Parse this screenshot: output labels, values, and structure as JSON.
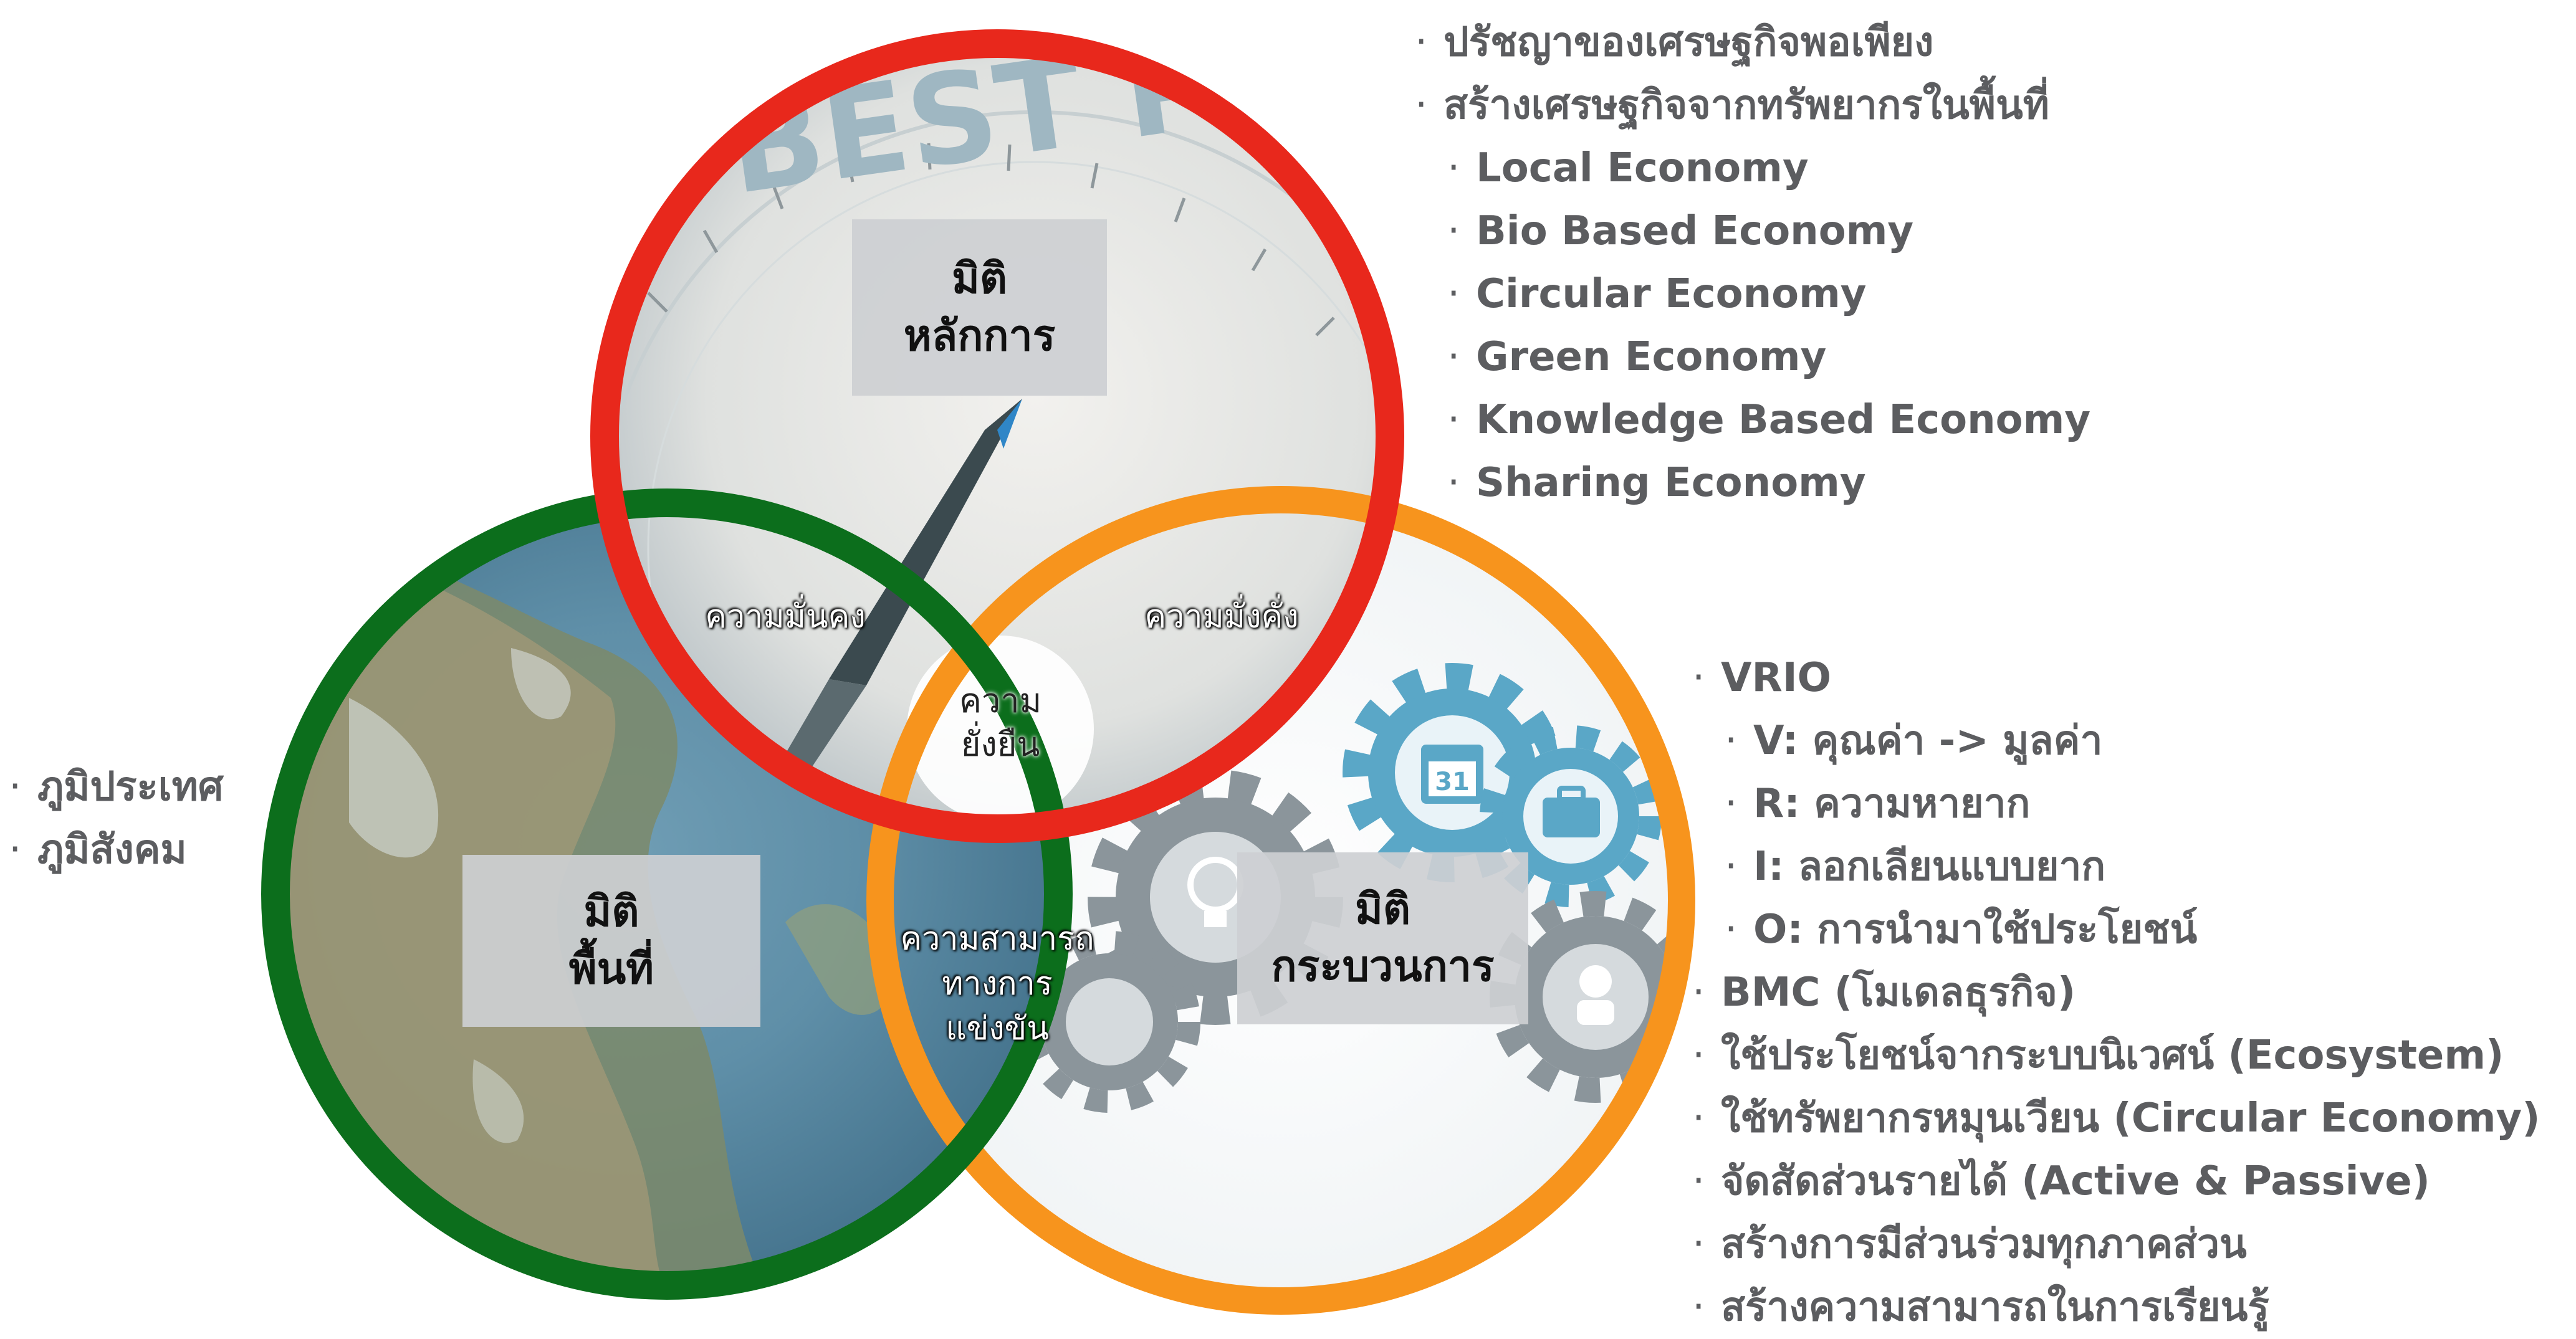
{
  "colors": {
    "top_ring": "#e8281c",
    "left_ring": "#0c6e1c",
    "right_ring": "#f7941d",
    "list_text": "#5c5d60"
  },
  "icons": {
    "top_circle_photo": "compass-best-principle-photo",
    "left_circle_photo": "satellite-map-photo",
    "right_circle_photo": "gears-icons-photo",
    "gear": "gear-icon",
    "calendar": "calendar-icon",
    "briefcase": "briefcase-icon",
    "lightbulb": "lightbulb-icon",
    "shop": "shop-icon",
    "person": "person-icon"
  },
  "photo_text": "BEST PRINCIPLE",
  "calendar_day": "31",
  "dimensions": {
    "principle": [
      "มิติ",
      "หลักการ"
    ],
    "area": [
      "มิติ",
      "พื้นที่"
    ],
    "process": [
      "มิติ",
      "กระบวนการ"
    ]
  },
  "overlaps": {
    "security": [
      "ความมั่นคง"
    ],
    "wealth": [
      "ความมั่งคั่ง"
    ],
    "sustainability": [
      "ความ",
      "ยั่งยืน"
    ],
    "competitiveness": [
      "ความสามารถ",
      "ทางการ",
      "แข่งขัน"
    ]
  },
  "list_top": [
    {
      "text": "ปรัชญาของเศรษฐกิจพอเพียง",
      "level": 1
    },
    {
      "text": "สร้างเศรษฐกิจจากทรัพยากรในพื้นที่",
      "level": 1
    },
    {
      "text": "Local Economy",
      "level": 2
    },
    {
      "text": "Bio Based Economy",
      "level": 2
    },
    {
      "text": "Circular Economy",
      "level": 2
    },
    {
      "text": "Green Economy",
      "level": 2
    },
    {
      "text": "Knowledge Based Economy",
      "level": 2
    },
    {
      "text": "Sharing Economy",
      "level": 2
    }
  ],
  "list_right": [
    {
      "text": "VRIO",
      "level": 1
    },
    {
      "text": "V: คุณค่า -> มูลค่า",
      "level": 2
    },
    {
      "text": "R: ความหายาก",
      "level": 2
    },
    {
      "text": "I: ลอกเลียนแบบยาก",
      "level": 2
    },
    {
      "text": "O: การนำมาใช้ประโยชน์",
      "level": 2
    },
    {
      "text": "BMC (โมเดลธุรกิจ)",
      "level": 1
    },
    {
      "text": "ใช้ประโยชน์จากระบบนิเวศน์ (Ecosystem)",
      "level": 1
    },
    {
      "text": "ใช้ทรัพยากรหมุนเวียน (Circular Economy)",
      "level": 1
    },
    {
      "text": "จัดสัดส่วนรายได้ (Active & Passive)",
      "level": 1
    },
    {
      "text": "สร้างการมีส่วนร่วมทุกภาคส่วน",
      "level": 1
    },
    {
      "text": "สร้างความสามารถในการเรียนรู้",
      "level": 1
    }
  ],
  "list_left": [
    {
      "text": "ภูมิประเทศ",
      "level": 1
    },
    {
      "text": "ภูมิสังคม",
      "level": 1
    }
  ],
  "bullet": "·"
}
